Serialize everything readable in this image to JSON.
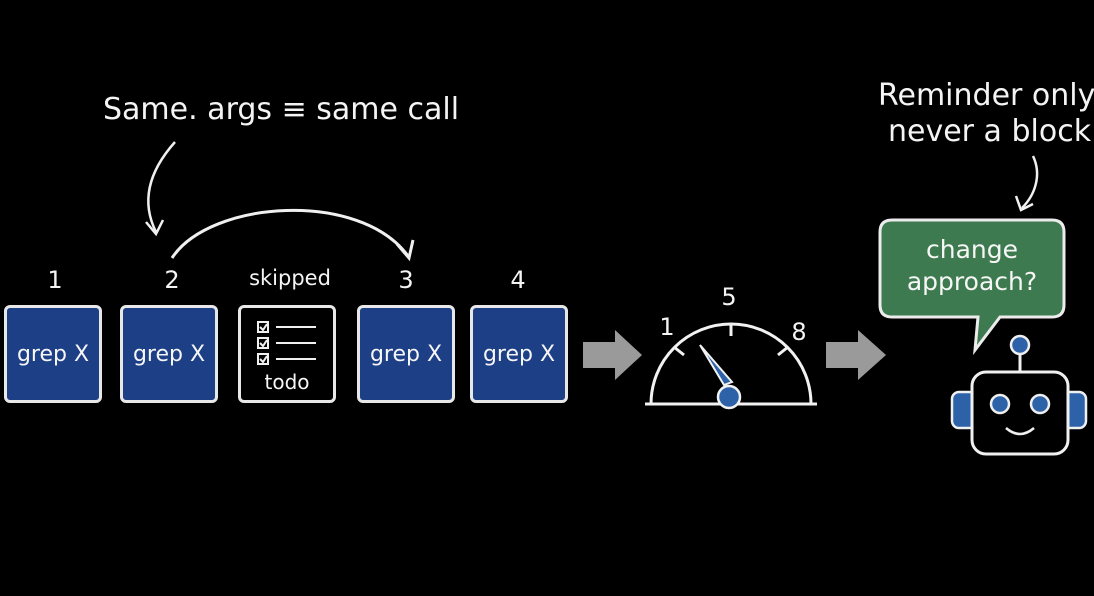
{
  "annotations": {
    "same_args": "Same. args ≡ same call",
    "reminder_line1": "Reminder only,",
    "reminder_line2": "never a block"
  },
  "steps": [
    {
      "number": "1",
      "label": "grep X"
    },
    {
      "number": "2",
      "label": "grep X"
    },
    {
      "number": "skipped",
      "label": "todo"
    },
    {
      "number": "3",
      "label": "grep X"
    },
    {
      "number": "4",
      "label": "grep X"
    }
  ],
  "gauge": {
    "ticks": [
      "1",
      "5",
      "8"
    ],
    "value": 4,
    "min": 0,
    "max": 10
  },
  "bubble": {
    "line1": "change",
    "line2": "approach?"
  },
  "colors": {
    "box_blue": "#1d3f86",
    "bubble_green": "#3e7a4f",
    "robot_blue": "#2d62a8"
  }
}
